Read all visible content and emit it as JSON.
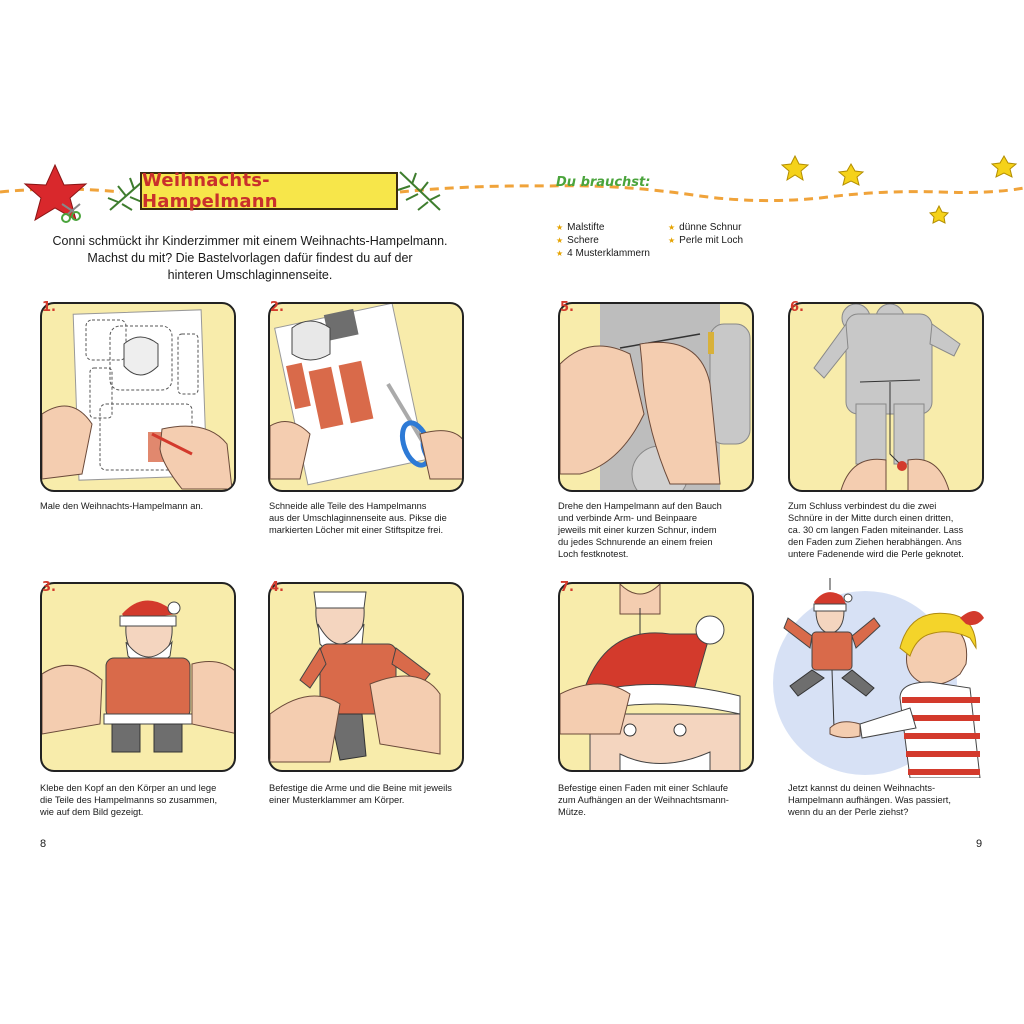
{
  "header": {
    "title": "Weihnachts-Hampelmann"
  },
  "intro": {
    "line1": "Conni schmückt ihr Kinderzimmer mit einem Weihnachts-Hampelmann.",
    "line2": "Machst du mit? Die Bastelvorlagen dafür findest du auf der",
    "line3": "hinteren Umschlaginnenseite."
  },
  "materials": {
    "title": "Du brauchst:",
    "items": [
      "Malstifte",
      "Schere",
      "4 Musterklammern",
      "dünne Schnur",
      "Perle mit Loch"
    ]
  },
  "steps": [
    {
      "number": "1.",
      "lines": [
        "Male den Weihnachts-Hampelmann an."
      ]
    },
    {
      "number": "2.",
      "lines": [
        "Schneide alle Teile des Hampelmanns",
        "aus der Umschlaginnenseite aus. Pikse die",
        "markierten Löcher mit einer Stiftspitze frei."
      ]
    },
    {
      "number": "3.",
      "lines": [
        "Klebe den Kopf an den Körper an und lege",
        "die Teile des Hampelmanns so zusammen,",
        "wie auf dem Bild gezeigt."
      ]
    },
    {
      "number": "4.",
      "lines": [
        "Befestige die Arme und die Beine mit jeweils",
        "einer Musterklammer am Körper."
      ]
    },
    {
      "number": "5.",
      "lines": [
        "Drehe den Hampelmann auf den Bauch",
        "und verbinde Arm- und Beinpaare",
        "jeweils mit einer kurzen Schnur, indem",
        "du jedes Schnurende an einem freien",
        "Loch festknotest."
      ]
    },
    {
      "number": "6.",
      "lines": [
        "Zum Schluss verbindest du die zwei",
        "Schnüre in der Mitte durch einen dritten,",
        "ca. 30 cm langen Faden miteinander. Lass",
        "den Faden zum Ziehen herabhängen. Ans",
        "untere Fadenende wird die Perle geknotet."
      ]
    },
    {
      "number": "7.",
      "lines": [
        "Befestige einen Faden mit einer Schlaufe",
        "zum Aufhängen an der Weihnachtsmann-",
        "Mütze."
      ]
    },
    {
      "number": "",
      "lines": [
        "Jetzt kannst du deinen Weihnachts-",
        "Hampelmann aufhängen. Was passiert,",
        "wenn du an der Perle ziehst?"
      ]
    }
  ],
  "pages": {
    "left": "8",
    "right": "9"
  },
  "colors": {
    "accent_red": "#d33a2c",
    "panel_bg": "#f8ecab",
    "banner_bg": "#f7e64a",
    "dash_orange": "#f0a33a",
    "green_title": "#4aa43c"
  }
}
